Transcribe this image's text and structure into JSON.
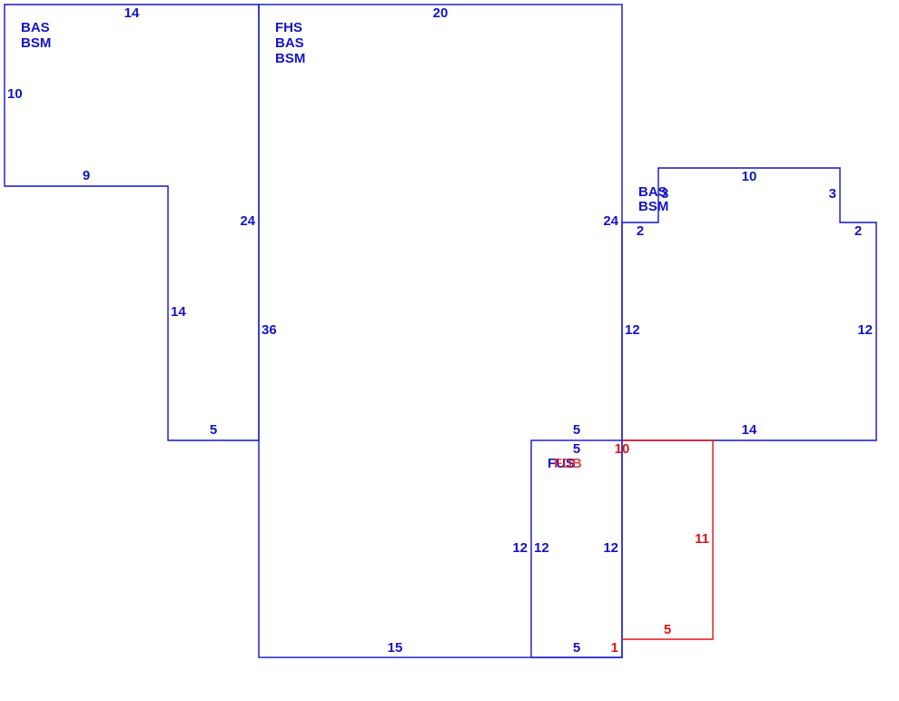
{
  "colors": {
    "outline": "#1414c8",
    "highlight": "#e01414",
    "background": "#ffffff"
  },
  "areas": {
    "left": [
      "BAS",
      "BSM"
    ],
    "center": [
      "FHS",
      "BAS",
      "BSM"
    ],
    "right": [
      "BAS",
      "BSM"
    ],
    "bottom": [
      "FUS",
      "FDB"
    ]
  },
  "dims": {
    "left_top": "14",
    "left_side": "10",
    "left_step": "9",
    "left_inner": "24",
    "left_lower": "14",
    "left_bottom": "5",
    "center_top": "20",
    "center_left": "36",
    "center_right": "24",
    "center_bottom": "15",
    "right_bump_left": "3",
    "right_top": "10",
    "right_bump_right": "3",
    "right_step_left": "2",
    "right_step_right": "2",
    "right_side_left": "12",
    "right_side_right": "12",
    "right_bottom": "14",
    "sub_top_outer": "5",
    "sub_top_inner": "5",
    "sub_left_outer": "12",
    "sub_left_inner": "12",
    "sub_right": "12",
    "sub_bottom": "5",
    "red_top": "10",
    "red_right": "11",
    "red_bottom": "5",
    "red_left": "1"
  }
}
